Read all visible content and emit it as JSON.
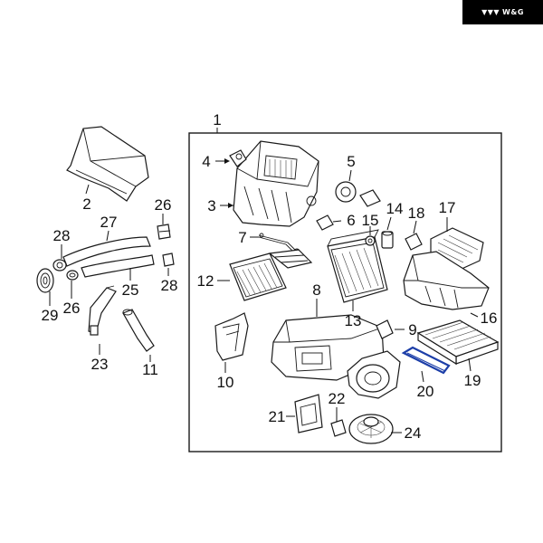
{
  "logo": {
    "text": "W&G"
  },
  "colors": {
    "highlight_part": "#1c3ea8",
    "line": "#1a1a1a"
  },
  "callouts": {
    "c1": "1",
    "c2": "2",
    "c3": "3",
    "c4": "4",
    "c5": "5",
    "c6": "6",
    "c7": "7",
    "c8": "8",
    "c9": "9",
    "c10": "10",
    "c11": "11",
    "c12": "12",
    "c13": "13",
    "c14": "14",
    "c15": "15",
    "c16": "16",
    "c17": "17",
    "c18": "18",
    "c19": "19",
    "c20": "20",
    "c21": "21",
    "c22": "22",
    "c23": "23",
    "c24": "24",
    "c25": "25",
    "c26a": "26",
    "c26b": "26",
    "c27": "27",
    "c28a": "28",
    "c28b": "28",
    "c29": "29"
  }
}
